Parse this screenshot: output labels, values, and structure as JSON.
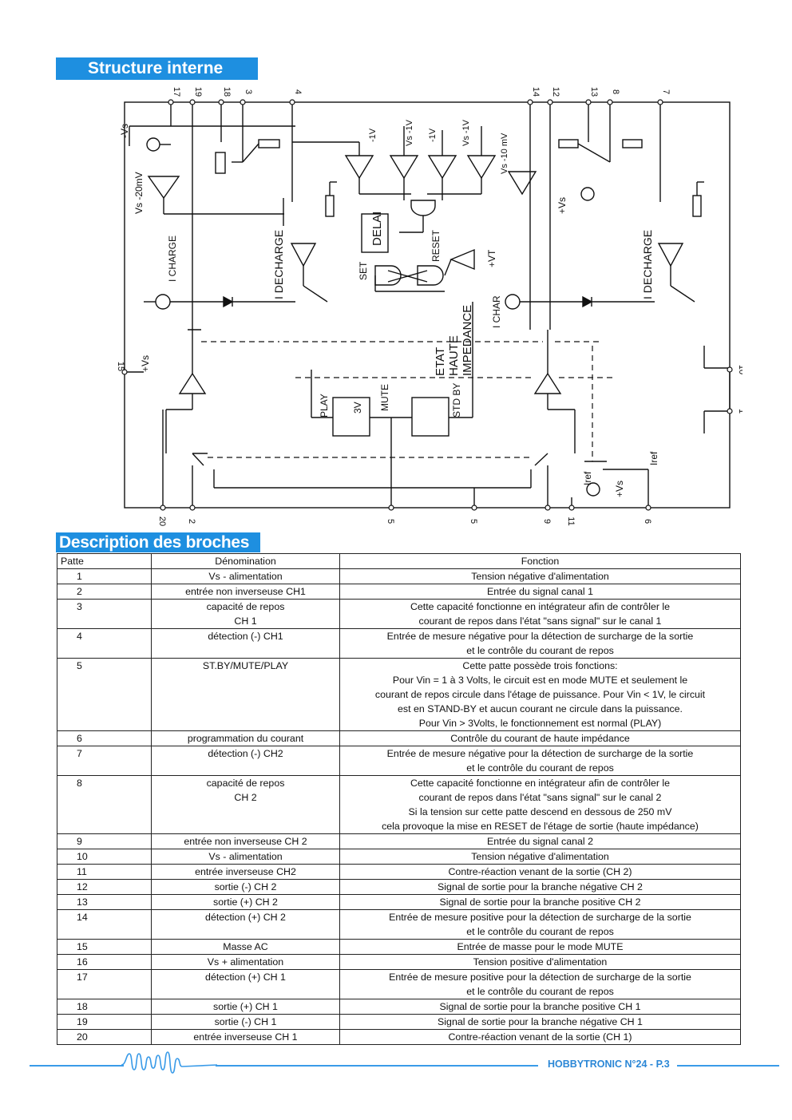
{
  "sections": {
    "structure_title": "Structure interne",
    "pins_title": "Description des broches"
  },
  "schematic": {
    "pin_numbers_top": [
      "17",
      "19",
      "18",
      "3",
      "4",
      "14",
      "12",
      "13",
      "8",
      "7"
    ],
    "pin_numbers_bottom": [
      "20",
      "2",
      "5",
      "5",
      "9",
      "11",
      "6"
    ],
    "pin_numbers_side": [
      "15",
      "10",
      "1"
    ],
    "labels": {
      "vs_neg": "-Vs",
      "vs_20mv": "Vs -20mV",
      "i_charge": "I CHARGE",
      "i_decharge_left": "I DECHARGE",
      "i_decharge_right": "I DECHARGE",
      "delai": "DELAI",
      "set": "SET",
      "reset": "RESET",
      "vt": "+VT",
      "vs_15": "+Vs",
      "etat": "ETAT",
      "haute": "HAUTE",
      "impedance": "IMPEDANCE",
      "i_char": "I CHAR",
      "play": "PLAY",
      "v3": "3V",
      "mute": "MUTE",
      "std_by": "STD BY",
      "iref": "Iref",
      "iref2": "Iref",
      "vs_ref": "+Vs",
      "vs_dec": "+Vs",
      "m1v_a": "-1V",
      "vs_mid": "Vs -1V",
      "m1v_b": "-1V",
      "vs_b": "Vs -1V",
      "vs_10": "Vs -10 mV"
    }
  },
  "table": {
    "headers": [
      "Patte",
      "Dénomination",
      "Fonction"
    ],
    "rows": [
      {
        "pin": "1",
        "name": [
          "Vs - alimentation"
        ],
        "func": [
          "Tension négative d'alimentation"
        ]
      },
      {
        "pin": "2",
        "name": [
          "entrée non inverseuse CH1"
        ],
        "func": [
          "Entrée du signal canal 1"
        ]
      },
      {
        "pin": "3",
        "name": [
          "capacité de repos",
          "CH 1"
        ],
        "func": [
          "Cette capacité fonctionne en intégrateur afin de contrôler le",
          "courant de repos dans l'état \"sans signal\" sur le canal 1"
        ]
      },
      {
        "pin": "4",
        "name": [
          "détection (-) CH1"
        ],
        "func": [
          "Entrée de mesure négative pour la détection de surcharge de la sortie",
          "et le contrôle du courant de repos"
        ]
      },
      {
        "pin": "5",
        "name": [
          "ST.BY/MUTE/PLAY"
        ],
        "func": [
          "Cette patte possède trois fonctions:",
          "Pour Vin = 1 à 3 Volts, le circuit est en mode MUTE et seulement le",
          "courant de repos circule dans l'étage de puissance. Pour Vin < 1V, le circuit",
          "est en STAND-BY et aucun courant ne circule dans la puissance.",
          "Pour Vin > 3Volts, le fonctionnement est normal (PLAY)"
        ]
      },
      {
        "pin": "6",
        "name": [
          "programmation du courant"
        ],
        "func": [
          "Contrôle du courant de haute impédance"
        ]
      },
      {
        "pin": "7",
        "name": [
          "détection (-) CH2"
        ],
        "func": [
          "Entrée de mesure négative pour la détection de surcharge de la sortie",
          "et le contrôle du courant de repos"
        ]
      },
      {
        "pin": "8",
        "name": [
          "capacité de repos",
          "CH 2"
        ],
        "func": [
          "Cette capacité fonctionne en intégrateur afin de contrôler le",
          "courant de repos dans l'état \"sans signal\" sur le canal 2",
          "Si la tension sur cette patte descend en dessous de 250 mV",
          "cela provoque la mise en RESET de l'étage de sortie (haute impédance)"
        ]
      },
      {
        "pin": "9",
        "name": [
          "entrée non inverseuse CH 2"
        ],
        "func": [
          "Entrée du signal canal 2"
        ]
      },
      {
        "pin": "10",
        "name": [
          "Vs - alimentation"
        ],
        "func": [
          "Tension négative d'alimentation"
        ]
      },
      {
        "pin": "11",
        "name": [
          "entrée inverseuse CH2"
        ],
        "func": [
          "Contre-réaction venant de la sortie (CH 2)"
        ]
      },
      {
        "pin": "12",
        "name": [
          "sortie (-) CH 2"
        ],
        "func": [
          "Signal de sortie pour la branche négative CH 2"
        ]
      },
      {
        "pin": "13",
        "name": [
          "sortie (+) CH 2"
        ],
        "func": [
          "Signal de sortie pour la branche positive CH 2"
        ]
      },
      {
        "pin": "14",
        "name": [
          "détection (+) CH 2"
        ],
        "func": [
          "Entrée de mesure positive pour la détection de surcharge de la sortie",
          "et le contrôle du courant de repos"
        ]
      },
      {
        "pin": "15",
        "name": [
          "Masse AC"
        ],
        "func": [
          "Entrée de masse pour le mode MUTE"
        ]
      },
      {
        "pin": "16",
        "name": [
          "Vs + alimentation"
        ],
        "func": [
          "Tension positive d'alimentation"
        ]
      },
      {
        "pin": "17",
        "name": [
          "détection (+) CH 1"
        ],
        "func": [
          "Entrée de mesure positive pour la détection de surcharge de la sortie",
          "et le contrôle du courant de repos"
        ]
      },
      {
        "pin": "18",
        "name": [
          "sortie (+) CH 1"
        ],
        "func": [
          "Signal de sortie pour la branche positive CH 1"
        ]
      },
      {
        "pin": "19",
        "name": [
          "sortie (-) CH 1"
        ],
        "func": [
          "Signal de sortie pour la branche négative CH 1"
        ]
      },
      {
        "pin": "20",
        "name": [
          "entrée inverseuse CH 1"
        ],
        "func": [
          "Contre-réaction venant de la sortie (CH 1)"
        ]
      }
    ]
  },
  "footer": {
    "text": "HOBBYTRONIC N°24 - P.3"
  },
  "colors": {
    "accent": "#1e8fe0",
    "footer": "#2b87d6"
  }
}
